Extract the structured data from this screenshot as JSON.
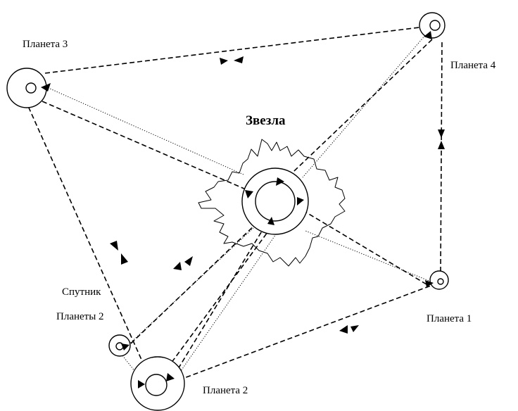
{
  "labels": {
    "star": "Звезла",
    "planet1": "Планета 1",
    "planet2": "Планета  2",
    "planet3": "Планета 3",
    "planet4": "Планета 4",
    "satellite_line1": "Спутник",
    "satellite_line2": "Планеты 2"
  }
}
